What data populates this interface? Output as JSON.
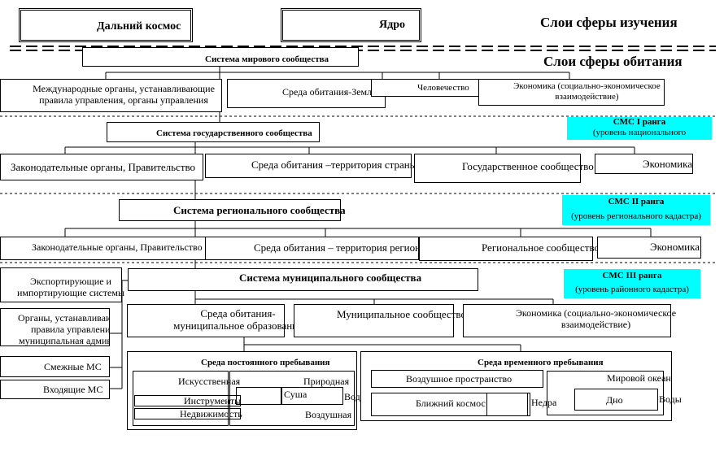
{
  "header": {
    "deep_space": "Дальний космос",
    "core": "Ядро",
    "layers_study": "Слои сферы изучения",
    "layers_habitat": "Слои сферы обитания"
  },
  "world": {
    "title": "Система мирового сообщества",
    "intl_bodies": "Международные органы, устанавливающие правила управления, органы управления",
    "habitat_earth": "Среда обитания-Земля",
    "humanity": "Человечество",
    "economy": "Экономика (социально-экономическое взаимодействие)"
  },
  "state": {
    "title": "Система государственного сообщества",
    "legislature": "Законодательные органы, Правительство",
    "habitat": "Среда обитания –территория страны",
    "community": "Государственное сообщество",
    "economy": "Экономика",
    "rank_title": "СМС I ранга",
    "rank_sub": "(уровень национального"
  },
  "region": {
    "title": "Система регионального сообщества",
    "legislature": "Законодательные органы, Правительство",
    "habitat": "Среда обитания – территория региона",
    "community": "Региональное сообщество",
    "economy": "Экономика",
    "rank_title": "СМС II ранга",
    "rank_sub": "(уровень регионального кадастра)"
  },
  "municipal": {
    "title": "Система муниципального сообщества",
    "exporting": "Экспортирующие и импортирующие системы",
    "bodies": "Органы, устанавливающие правила управления, муниципальная админист-",
    "adjacent": "Смежные МС",
    "incoming": "Входящие МС",
    "habitat": "Среда обитания- муниципальное образование",
    "community": "Муниципальное сообщество",
    "economy": "Экономика (социально-экономическое взаимодействие)",
    "rank_title": "СМС III ранга",
    "rank_sub": "(уровень районного кадастра)"
  },
  "permanent": {
    "title": "Среда постоянного пребывания",
    "artificial": "Искусственная",
    "tools": "Инструменты",
    "real_estate": "Недвижимость",
    "natural": "Природная",
    "land": "Суша",
    "water": "Водная",
    "air": "Воздушная"
  },
  "temporary": {
    "title": "Среда временного пребывания",
    "airspace": "Воздушное пространство",
    "near_space": "Ближний космос",
    "subsoil": "Недра",
    "world_ocean": "Мировой океан",
    "bottom": "Дно",
    "waters": "Воды"
  },
  "colors": {
    "rank_bg": "#00ffff",
    "line": "#000000"
  }
}
